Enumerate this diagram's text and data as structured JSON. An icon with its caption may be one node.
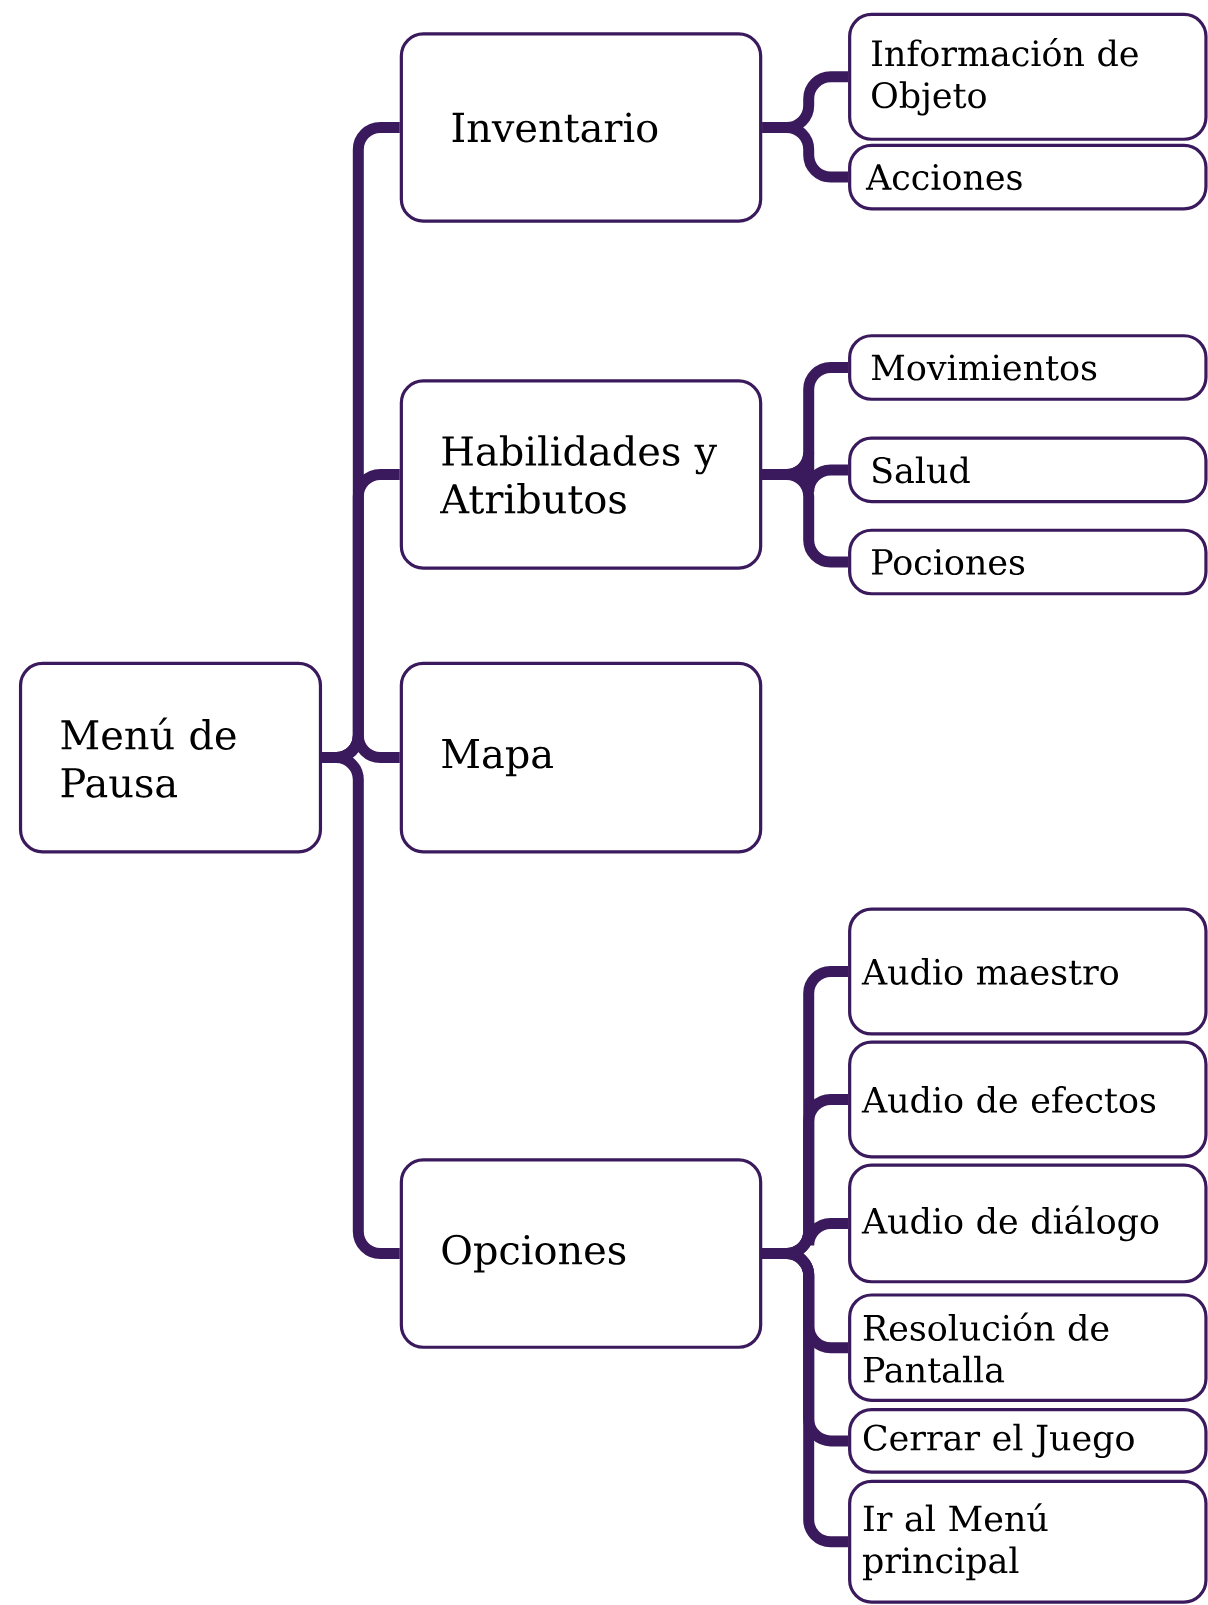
{
  "diagram": {
    "nodes": [
      {
        "text": [
          "Menú de Pausa"
        ]
      },
      {
        "text": [
          "Inventario"
        ]
      },
      {
        "text": [
          "Información de Objeto"
        ]
      },
      {
        "text": [
          "Acciones"
        ]
      },
      {
        "text": [
          "Habilidades y Atributos"
        ]
      },
      {
        "text": [
          "Movimientos"
        ]
      },
      {
        "text": [
          "Salud"
        ]
      },
      {
        "text": [
          "Pociones"
        ]
      },
      {
        "text": [
          "Mapa"
        ]
      },
      {
        "text": [
          "Opciones"
        ]
      },
      {
        "text": [
          "Audio maestro"
        ]
      },
      {
        "text": [
          "Audio de efectos"
        ]
      },
      {
        "text": [
          "Audio de diálogo"
        ]
      },
      {
        "text": [
          "Resolución de Pantalla"
        ]
      },
      {
        "text": [
          "Cerrar el Juego"
        ]
      },
      {
        "text": [
          "Ir al Menú principal"
        ]
      }
    ],
    "edges": [
      {
        "from": 0,
        "to": 1,
        "arrow": "none"
      },
      {
        "from": 0,
        "to": 4,
        "arrow": "none"
      },
      {
        "from": 0,
        "to": 8,
        "arrow": "none"
      },
      {
        "from": 0,
        "to": 9,
        "arrow": "none"
      },
      {
        "from": 1,
        "to": 2,
        "arrow": "none"
      },
      {
        "from": 1,
        "to": 3,
        "arrow": "none"
      },
      {
        "from": 4,
        "to": 5,
        "arrow": "none"
      },
      {
        "from": 4,
        "to": 6,
        "arrow": "none"
      },
      {
        "from": 4,
        "to": 7,
        "arrow": "none"
      },
      {
        "from": 9,
        "to": 10,
        "arrow": "none"
      },
      {
        "from": 9,
        "to": 11,
        "arrow": "none"
      },
      {
        "from": 9,
        "to": 12,
        "arrow": "none"
      },
      {
        "from": 9,
        "to": 13,
        "arrow": "none"
      },
      {
        "from": 9,
        "to": 14,
        "arrow": "none"
      },
      {
        "from": 9,
        "to": 15,
        "arrow": "none"
      }
    ]
  }
}
